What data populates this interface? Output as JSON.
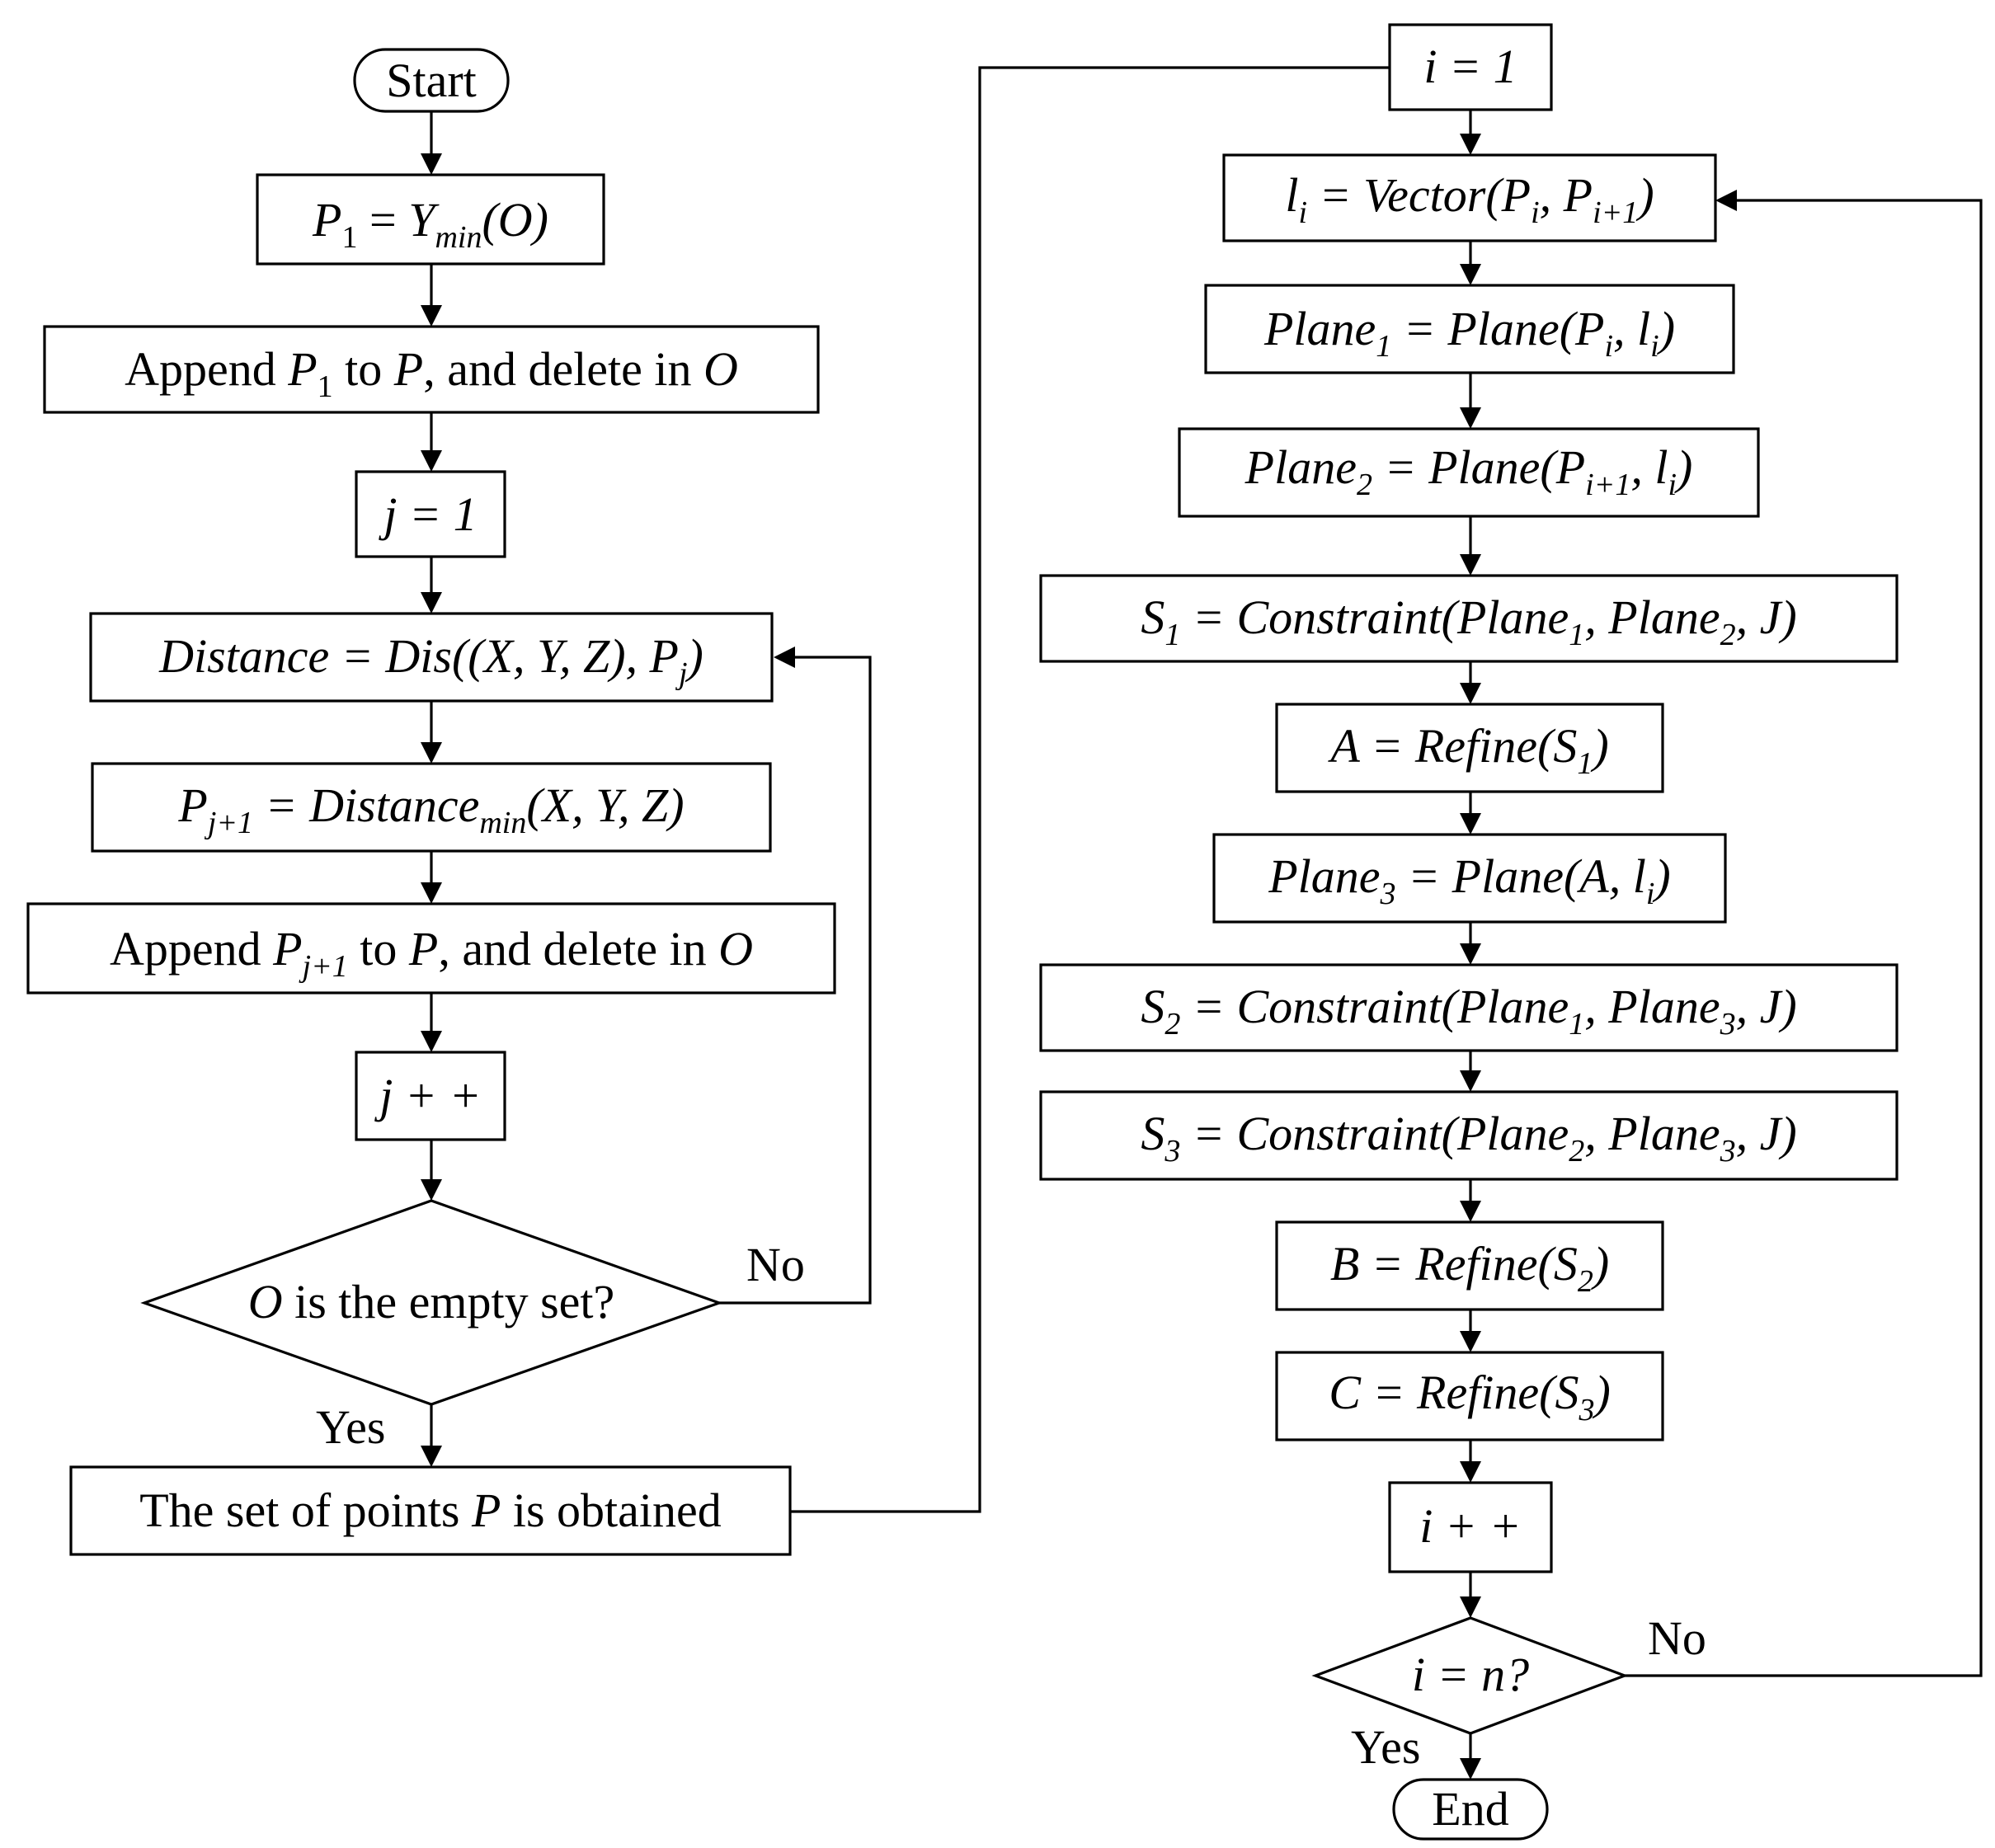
{
  "flowchart": {
    "nodes": {
      "start": {
        "t": "Start"
      },
      "p1_min": {
        "p1": "P",
        "p1s": "1",
        "eq": " = ",
        "y": "Y",
        "ys": "min",
        "o": "(O)"
      },
      "append_p1": {
        "a": "Append ",
        "p": "P",
        "ps": "1",
        "to": " to ",
        "pp": "P",
        "rest": ", and delete in ",
        "o": "O"
      },
      "j_init": {
        "t": "j = 1"
      },
      "distance": {
        "lhs": "Distance",
        "eq": " = ",
        "fn": "Dis((X, Y, Z), P",
        "s": "j",
        "end": ")"
      },
      "pj1": {
        "p": "P",
        "s": "j+1",
        "eq": " = ",
        "d": "Distance",
        "ds": "min",
        "args": "(X, Y, Z)"
      },
      "append_pj1": {
        "a": "Append ",
        "p": "P",
        "ps": "j+1",
        "to": " to ",
        "pp": "P",
        "rest": ", and delete in ",
        "o": "O"
      },
      "j_inc": {
        "t": "j + +"
      },
      "empty_check": {
        "o": "O",
        "rest": " is the empty set?"
      },
      "set_obtained": {
        "a": "The set of points ",
        "p": "P",
        "rest": " is obtained"
      },
      "i_init": {
        "t": "i = 1"
      },
      "li": {
        "l": "l",
        "ls": "i",
        "eq": " = Vector(P",
        "s1": "i",
        "mid": ", P",
        "s2": "i+1",
        "end": ")"
      },
      "plane1": {
        "a": "Plane",
        "as": "1",
        "eq": " = Plane(P",
        "s1": "i",
        "mid": ", l",
        "s2": "i",
        "end": ")"
      },
      "plane2": {
        "a": "Plane",
        "as": "2",
        "eq": " = Plane(P",
        "s1": "i+1",
        "mid": ", l",
        "s2": "i",
        "end": ")"
      },
      "s1": {
        "a": "S",
        "as": "1",
        "eq": " = Constraint(Plane",
        "s1": "1",
        "mid": ", Plane",
        "s2": "2",
        "end": ", J)"
      },
      "refine_a": {
        "a": "A = Refine(S",
        "s": "1",
        "end": ")"
      },
      "plane3": {
        "a": "Plane",
        "as": "3",
        "eq": " = Plane(A, l",
        "s": "i",
        "end": ")"
      },
      "s2": {
        "a": "S",
        "as": "2",
        "eq": " = Constraint(Plane",
        "s1": "1",
        "mid": ", Plane",
        "s2": "3",
        "end": ", J)"
      },
      "s3": {
        "a": "S",
        "as": "3",
        "eq": " = Constraint(Plane",
        "s1": "2",
        "mid": ", Plane",
        "s2": "3",
        "end": ", J)"
      },
      "refine_b": {
        "a": "B = Refine(S",
        "s": "2",
        "end": ")"
      },
      "refine_c": {
        "a": "C = Refine(S",
        "s": "3",
        "end": ")"
      },
      "i_inc": {
        "t": "i + +"
      },
      "i_check": {
        "t": "i = n?"
      },
      "end": {
        "t": "End"
      }
    },
    "edge_labels": {
      "empty_no": "No",
      "empty_yes": "Yes",
      "i_no": "No",
      "i_yes": "Yes"
    }
  }
}
